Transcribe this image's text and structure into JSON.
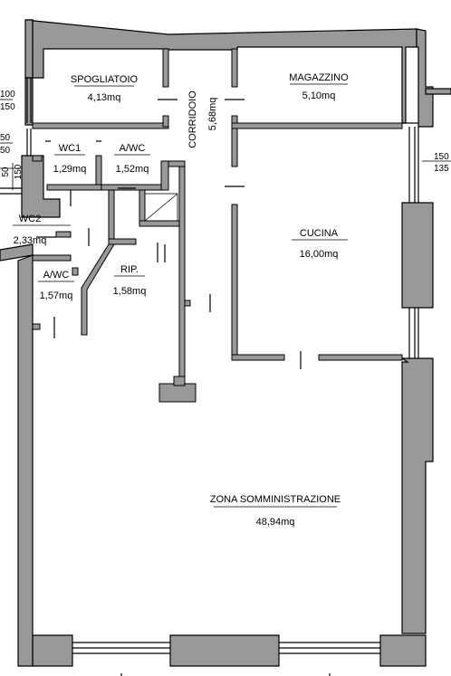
{
  "rooms": [
    {
      "id": "spogliatoio",
      "name": "SPOGLIATOIO",
      "area": "4,13mq"
    },
    {
      "id": "magazzino",
      "name": "MAGAZZINO",
      "area": "5,10mq"
    },
    {
      "id": "corridoio",
      "name": "CORRIDOIO",
      "area": "5,68mq"
    },
    {
      "id": "wc1",
      "name": "WC1",
      "area": "1,29mq"
    },
    {
      "id": "awc1",
      "name": "A/WC",
      "area": "1,52mq"
    },
    {
      "id": "cucina",
      "name": "CUCINA",
      "area": "16,00mq"
    },
    {
      "id": "wc2",
      "name": "WC2",
      "area": "2,33mq"
    },
    {
      "id": "awc2",
      "name": "A/WC",
      "area": "1,57mq"
    },
    {
      "id": "rip",
      "name": "RIP.",
      "area": "1,58mq"
    },
    {
      "id": "zona",
      "name": "ZONA SOMMINISTRAZIONE",
      "area": "48,94mq"
    }
  ],
  "dimensions": {
    "left_a_top": "100",
    "left_a_bottom": "150",
    "left_b_top": "50",
    "left_b_bottom": "50",
    "left_c_a": "50",
    "left_c_b": "150",
    "right_top": "150",
    "right_bottom": "135"
  }
}
